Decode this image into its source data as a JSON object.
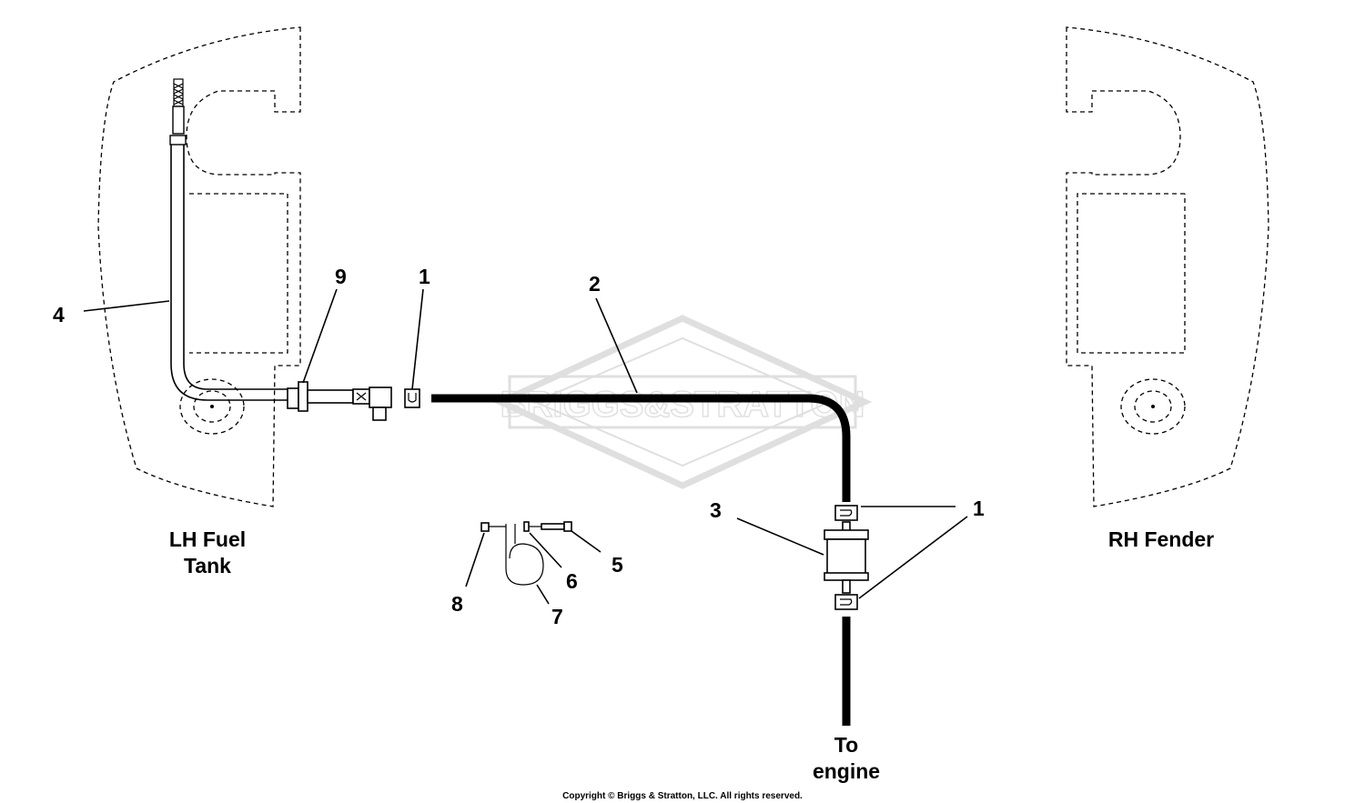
{
  "callouts": {
    "item_4": "4",
    "item_9": "9",
    "item_1_top": "1",
    "item_2": "2",
    "item_3": "3",
    "item_1_right": "1",
    "item_5": "5",
    "item_6": "6",
    "item_7": "7",
    "item_8": "8"
  },
  "captions": {
    "lh_line1": "LH Fuel",
    "lh_line2": "Tank",
    "rh": "RH Fender",
    "engine_line1": "To",
    "engine_line2": "engine"
  },
  "copyright": "Copyright © Briggs & Stratton, LLC. All rights reserved.",
  "watermark": {
    "text": "BRIGGS&STRATTON",
    "kind": "logo"
  }
}
